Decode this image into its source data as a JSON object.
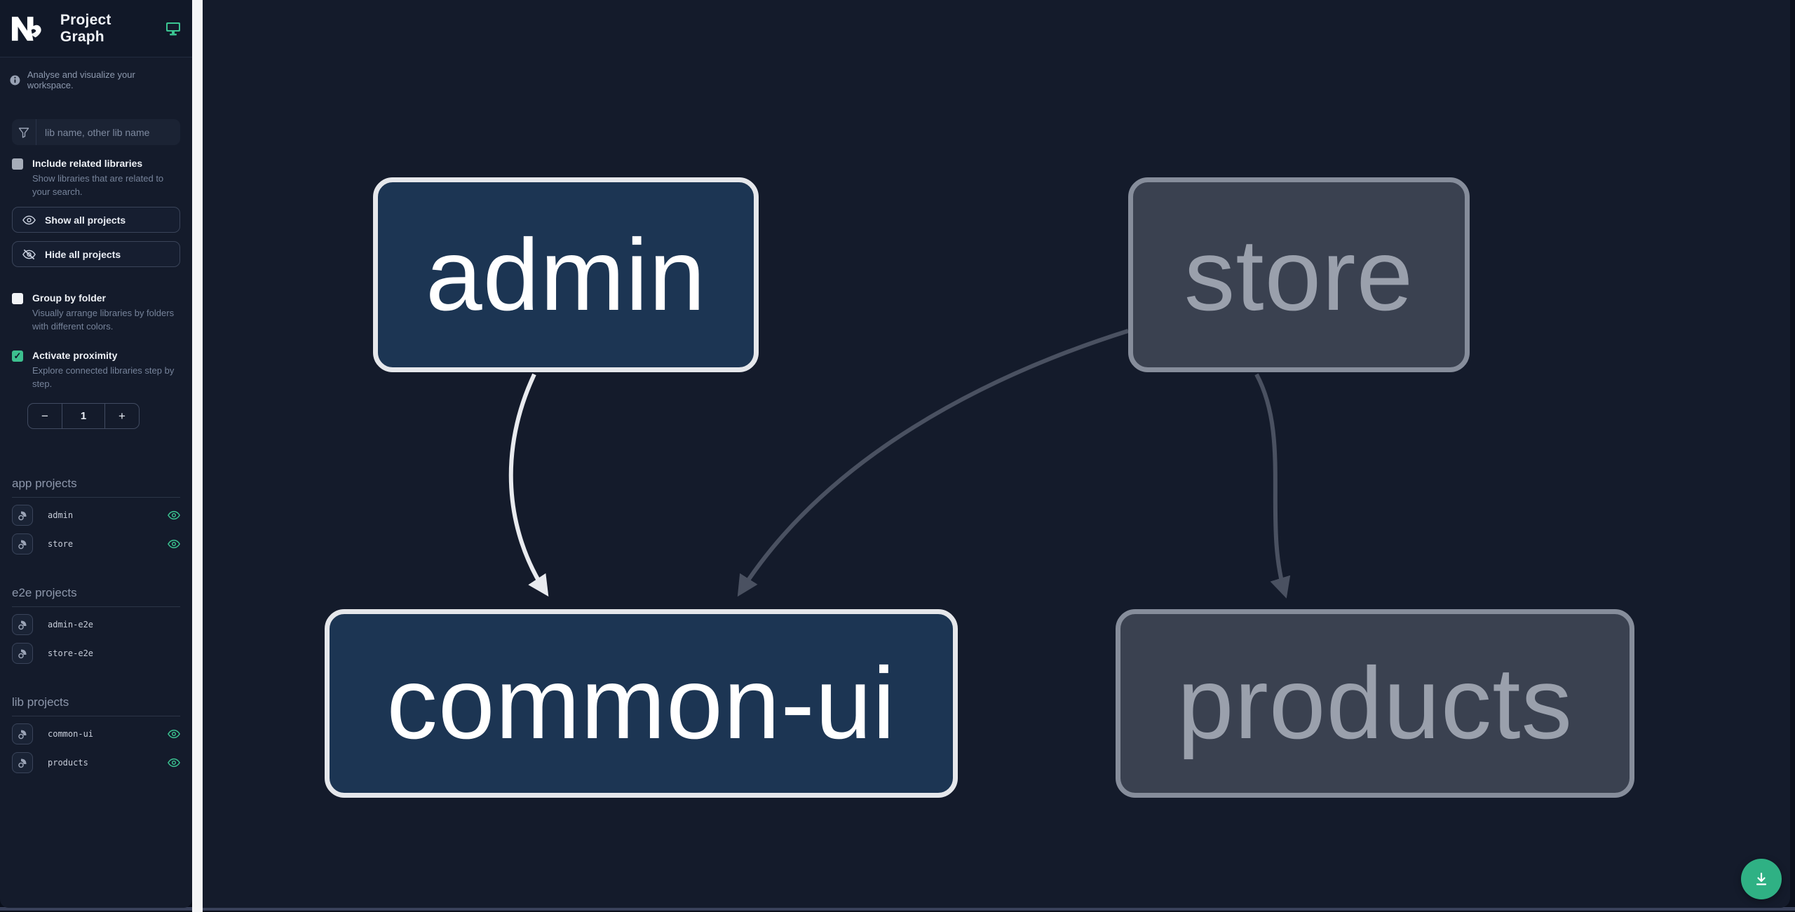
{
  "header": {
    "title": "Project Graph",
    "logo_icon": "nx-logo",
    "monitor_icon": "monitor-icon",
    "subtitle": "Analyse and visualize your workspace.",
    "info_icon": "info-icon"
  },
  "sidebar": {
    "filter": {
      "placeholder": "lib name, other lib name",
      "icon": "funnel-icon"
    },
    "include_related": {
      "label": "Include related libraries",
      "description": "Show libraries that are related to your search.",
      "checked": false
    },
    "buttons": {
      "show_all": {
        "label": "Show all projects",
        "icon": "eye-icon"
      },
      "hide_all": {
        "label": "Hide all projects",
        "icon": "eye-off-icon"
      }
    },
    "group_by_folder": {
      "label": "Group by folder",
      "description": "Visually arrange libraries by folders with different colors.",
      "checked": false
    },
    "activate_proximity": {
      "label": "Activate proximity",
      "description": "Explore connected libraries step by step.",
      "checked": true,
      "check_glyph": "✓"
    },
    "proximity_stepper": {
      "decrement": "−",
      "value": "1",
      "increment": "+"
    },
    "sections": [
      {
        "title": "app projects",
        "items": [
          {
            "name": "admin",
            "visible": true
          },
          {
            "name": "store",
            "visible": true
          }
        ]
      },
      {
        "title": "e2e projects",
        "items": [
          {
            "name": "admin-e2e",
            "visible": false
          },
          {
            "name": "store-e2e",
            "visible": false
          }
        ]
      },
      {
        "title": "lib projects",
        "items": [
          {
            "name": "common-ui",
            "visible": true
          },
          {
            "name": "products",
            "visible": true
          }
        ]
      }
    ]
  },
  "graph": {
    "nodes": [
      {
        "id": "admin",
        "label": "admin",
        "state": "focused"
      },
      {
        "id": "store",
        "label": "store",
        "state": "dimmed"
      },
      {
        "id": "common-ui",
        "label": "common-ui",
        "state": "focused"
      },
      {
        "id": "products",
        "label": "products",
        "state": "dimmed"
      }
    ],
    "edges": [
      {
        "from": "admin",
        "to": "common-ui",
        "state": "highlighted"
      },
      {
        "from": "store",
        "to": "common-ui",
        "state": "dimmed"
      },
      {
        "from": "store",
        "to": "products",
        "state": "dimmed"
      }
    ]
  },
  "fab": {
    "icon": "download-icon"
  },
  "colors": {
    "accent_green": "#3bc492",
    "fab_green": "#2fb184",
    "node_focused_fill": "#1c3553",
    "node_focused_border": "#e5e7eb",
    "node_dimmed_fill": "#3a4150",
    "node_dimmed_border": "#868d9b",
    "edge_highlight": "#e9ebef",
    "edge_dimmed": "#4a5161",
    "background": "#141b2b",
    "resizer": "#f4f5f7"
  }
}
